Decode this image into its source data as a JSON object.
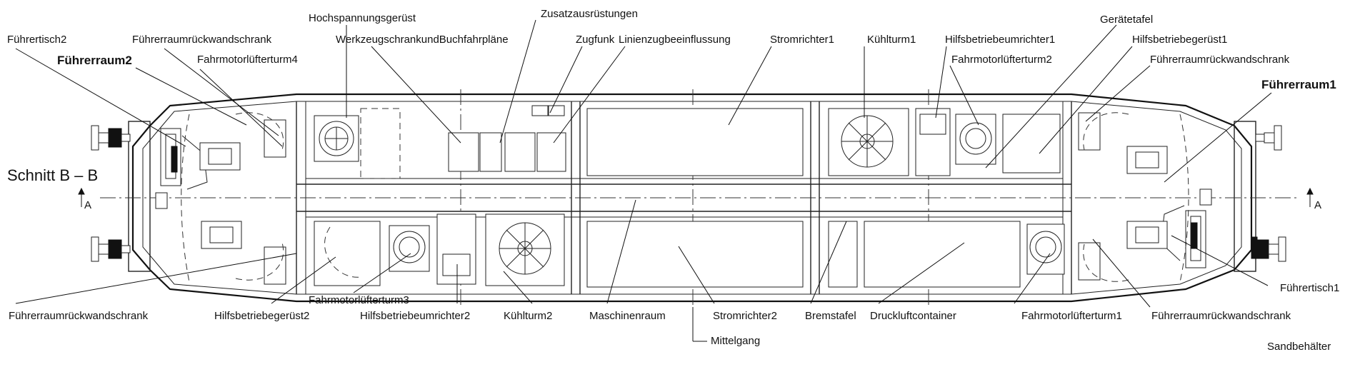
{
  "section_title": "Schnitt B – B",
  "section_marker": "A",
  "labels": {
    "hochspannungsgeruest": "Hochspannungsgerüst",
    "zusatzausruestungen": "Zusatzausrüstungen",
    "gaetetafel": "Gerätetafel",
    "fuehrertisch2": "Führertisch2",
    "fuehrerraumrueckwandschrank_tl": "Führerraumrückwandschrank",
    "werkzeugschrank": "WerkzeugschrankundBuchfahrpläne",
    "zugfunk": "Zugfunk",
    "linienzug": "Linienzugbeeinflussung",
    "stromrichter1": "Stromrichter1",
    "kuehlturm1": "Kühlturm1",
    "hilfsbetriebeumrichter1": "Hilfsbetriebeumrichter1",
    "hilfsbetriebegeruest1": "Hilfsbetriebegerüst1",
    "fuehrerraum2": "Führerraum2",
    "fahrmotorluefterturm4": "Fahrmotorlüfterturm4",
    "fahrmotorluefterturm2": "Fahrmotorlüfterturm2",
    "fuehrerraumrueckwandschrank_tr": "Führerraumrückwandschrank",
    "fuehrerraum1": "Führerraum1",
    "fahrmotorluefterturm3": "Fahrmotorlüfterturm3",
    "fuehrertisch1": "Führertisch1",
    "fuehrerraumrueckwandschrank_bl": "Führerraumrückwandschrank",
    "hilfsbetriebegeruest2": "Hilfsbetriebegerüst2",
    "hilfsbetriebeumrichter2": "Hilfsbetriebeumrichter2",
    "kuehlturm2": "Kühlturm2",
    "maschinenraum": "Maschinenraum",
    "stromrichter2": "Stromrichter2",
    "bremstafel": "Bremstafel",
    "druckluftcontainer": "Druckluftcontainer",
    "fahrmotorluefterturm1": "Fahrmotorlüfterturm1",
    "fuehrerraumrueckwandschrank_br": "Führerraumrückwandschrank",
    "mittelgang": "Mittelgang",
    "sandbehaelter": "Sandbehälter"
  }
}
